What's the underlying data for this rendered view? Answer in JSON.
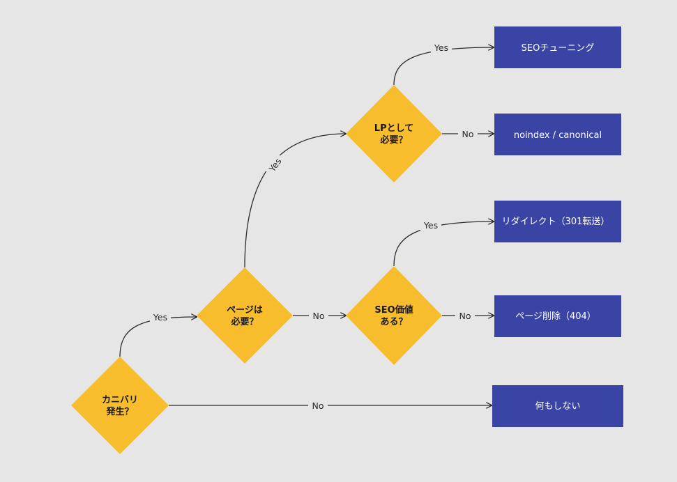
{
  "decisions": {
    "cannibal": [
      "カニバリ",
      "発生？"
    ],
    "page_needed": [
      "ページは",
      "必要？"
    ],
    "lp_needed": [
      "LPとして",
      "必要？"
    ],
    "seo_value": [
      "SEO価値",
      "ある？"
    ]
  },
  "outcomes": {
    "seo_tuning": "SEOチューニング",
    "noindex": "noindex / canonical",
    "redirect": "リダイレクト（301転送）",
    "delete": "ページ削除（404）",
    "nothing": "何もしない"
  },
  "edge_labels": {
    "yes": "Yes",
    "no": "No"
  },
  "colors": {
    "background": "#e6e6e6",
    "decision": "#f8bd2d",
    "outcome": "#3a44a5",
    "line": "#2b2b2b"
  }
}
